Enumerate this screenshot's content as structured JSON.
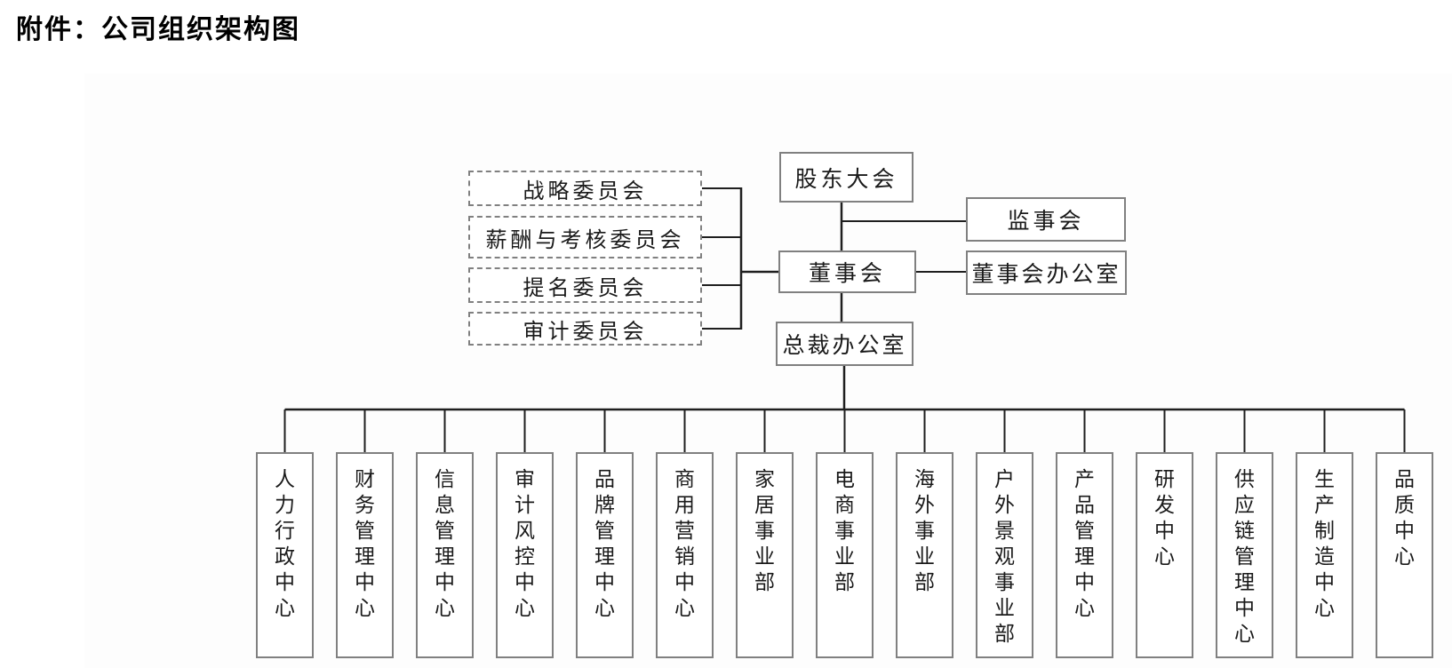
{
  "title": "附件：公司组织架构图",
  "nodes": {
    "shareholders": "股东大会",
    "supervisory_board": "监事会",
    "board": "董事会",
    "board_office": "董事会办公室",
    "president_office": "总裁办公室"
  },
  "committees": [
    "战略委员会",
    "薪酬与考核委员会",
    "提名委员会",
    "审计委员会"
  ],
  "departments": [
    "人力行政中心",
    "财务管理中心",
    "信息管理中心",
    "审计风控中心",
    "品牌管理中心",
    "商用营销中心",
    "家居事业部",
    "电商事业部",
    "海外事业部",
    "户外景观事业部",
    "产品管理中心",
    "研发中心",
    "供应链管理中心",
    "生产制造中心",
    "品质中心"
  ],
  "colors": {
    "box_border": "#808080",
    "connector": "#1f1f1f",
    "text": "#1a1a1a",
    "panel_bg": "#fdfdfd"
  }
}
